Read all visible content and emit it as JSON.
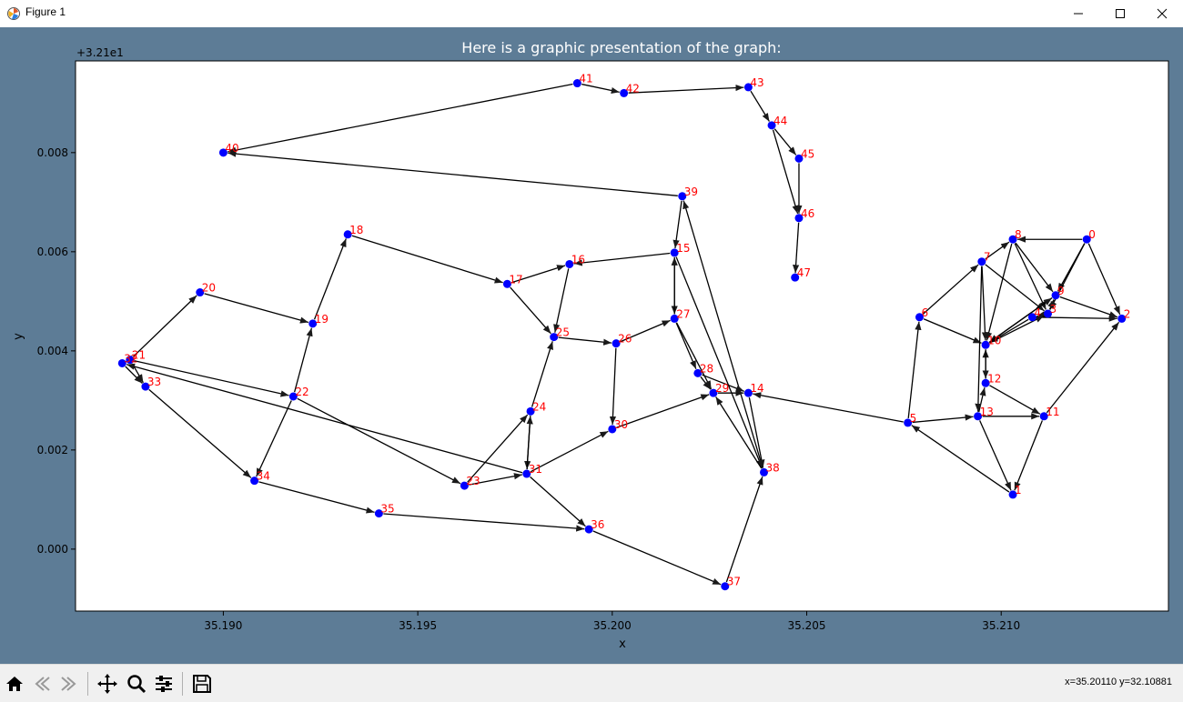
{
  "window": {
    "title": "Figure 1",
    "controls": {
      "minimize": "minimize",
      "maximize": "maximize",
      "close": "close"
    }
  },
  "figure": {
    "title": "Here is a graphic presentation of the graph:",
    "background_color": "#5d7c96",
    "plot_background": "#ffffff",
    "node_color": "#0000ff",
    "label_color": "#ff0000",
    "edge_color": "#000000"
  },
  "chart_data": {
    "type": "scatter",
    "title": "Here is a graphic presentation of the graph:",
    "xlabel": "x",
    "ylabel": "y",
    "y_offset_text": "+3.21e1",
    "x_ticks": [
      "35.190",
      "35.195",
      "35.200",
      "35.205",
      "35.210"
    ],
    "x_tick_values": [
      35.19,
      35.195,
      35.2,
      35.205,
      35.21
    ],
    "y_ticks": [
      "0.000",
      "0.002",
      "0.004",
      "0.006",
      "0.008"
    ],
    "y_tick_values": [
      0.0,
      0.002,
      0.004,
      0.006,
      0.008
    ],
    "xlim": [
      35.1862,
      35.2143
    ],
    "ylim": [
      -0.00125,
      0.00985
    ],
    "grid": false,
    "nodes": [
      {
        "id": "0",
        "x": 35.2122,
        "y": 0.00625
      },
      {
        "id": "1",
        "x": 35.2103,
        "y": 0.0011
      },
      {
        "id": "2",
        "x": 35.2131,
        "y": 0.00465
      },
      {
        "id": "3",
        "x": 35.2112,
        "y": 0.00475
      },
      {
        "id": "4",
        "x": 35.2108,
        "y": 0.00468
      },
      {
        "id": "5",
        "x": 35.2076,
        "y": 0.00255
      },
      {
        "id": "6",
        "x": 35.2079,
        "y": 0.00468
      },
      {
        "id": "7",
        "x": 35.2095,
        "y": 0.0058
      },
      {
        "id": "8",
        "x": 35.2103,
        "y": 0.00625
      },
      {
        "id": "9",
        "x": 35.2114,
        "y": 0.00512
      },
      {
        "id": "10",
        "x": 35.2096,
        "y": 0.00412
      },
      {
        "id": "11",
        "x": 35.2111,
        "y": 0.00268
      },
      {
        "id": "12",
        "x": 35.2096,
        "y": 0.00335
      },
      {
        "id": "13",
        "x": 35.2094,
        "y": 0.00268
      },
      {
        "id": "14",
        "x": 35.2035,
        "y": 0.00315
      },
      {
        "id": "15",
        "x": 35.2016,
        "y": 0.00598
      },
      {
        "id": "16",
        "x": 35.1989,
        "y": 0.00575
      },
      {
        "id": "17",
        "x": 35.1973,
        "y": 0.00535
      },
      {
        "id": "18",
        "x": 35.1932,
        "y": 0.00635
      },
      {
        "id": "19",
        "x": 35.1923,
        "y": 0.00455
      },
      {
        "id": "20",
        "x": 35.1894,
        "y": 0.00518
      },
      {
        "id": "21",
        "x": 35.1876,
        "y": 0.00382
      },
      {
        "id": "22",
        "x": 35.1918,
        "y": 0.00308
      },
      {
        "id": "23",
        "x": 35.1962,
        "y": 0.00128
      },
      {
        "id": "24",
        "x": 35.1979,
        "y": 0.00278
      },
      {
        "id": "25",
        "x": 35.1985,
        "y": 0.00428
      },
      {
        "id": "26",
        "x": 35.2001,
        "y": 0.00415
      },
      {
        "id": "27",
        "x": 35.2016,
        "y": 0.00465
      },
      {
        "id": "28",
        "x": 35.2022,
        "y": 0.00355
      },
      {
        "id": "29",
        "x": 35.2026,
        "y": 0.00315
      },
      {
        "id": "30",
        "x": 35.2,
        "y": 0.00242
      },
      {
        "id": "31",
        "x": 35.1978,
        "y": 0.00152
      },
      {
        "id": "32",
        "x": 35.1874,
        "y": 0.00375
      },
      {
        "id": "33",
        "x": 35.188,
        "y": 0.00328
      },
      {
        "id": "34",
        "x": 35.1908,
        "y": 0.00138
      },
      {
        "id": "35",
        "x": 35.194,
        "y": 0.00072
      },
      {
        "id": "36",
        "x": 35.1994,
        "y": 0.0004
      },
      {
        "id": "37",
        "x": 35.2029,
        "y": -0.00075
      },
      {
        "id": "38",
        "x": 35.2039,
        "y": 0.00155
      },
      {
        "id": "39",
        "x": 35.2018,
        "y": 0.00712
      },
      {
        "id": "40",
        "x": 35.19,
        "y": 0.008
      },
      {
        "id": "41",
        "x": 35.1991,
        "y": 0.0094
      },
      {
        "id": "42",
        "x": 35.2003,
        "y": 0.0092
      },
      {
        "id": "43",
        "x": 35.2035,
        "y": 0.00932
      },
      {
        "id": "44",
        "x": 35.2041,
        "y": 0.00855
      },
      {
        "id": "45",
        "x": 35.2048,
        "y": 0.00788
      },
      {
        "id": "46",
        "x": 35.2048,
        "y": 0.00668
      },
      {
        "id": "47",
        "x": 35.2047,
        "y": 0.00548
      }
    ],
    "edges": [
      [
        "41",
        "40"
      ],
      [
        "41",
        "42"
      ],
      [
        "42",
        "43"
      ],
      [
        "43",
        "44"
      ],
      [
        "44",
        "45"
      ],
      [
        "44",
        "46"
      ],
      [
        "45",
        "46"
      ],
      [
        "46",
        "47"
      ],
      [
        "39",
        "40"
      ],
      [
        "38",
        "39"
      ],
      [
        "39",
        "15"
      ],
      [
        "15",
        "16"
      ],
      [
        "15",
        "27"
      ],
      [
        "27",
        "15"
      ],
      [
        "15",
        "38"
      ],
      [
        "17",
        "16"
      ],
      [
        "17",
        "25"
      ],
      [
        "16",
        "25"
      ],
      [
        "18",
        "17"
      ],
      [
        "19",
        "18"
      ],
      [
        "20",
        "19"
      ],
      [
        "21",
        "20"
      ],
      [
        "22",
        "19"
      ],
      [
        "22",
        "34"
      ],
      [
        "22",
        "23"
      ],
      [
        "21",
        "22"
      ],
      [
        "21",
        "33"
      ],
      [
        "32",
        "33"
      ],
      [
        "32",
        "21"
      ],
      [
        "31",
        "32"
      ],
      [
        "33",
        "34"
      ],
      [
        "34",
        "35"
      ],
      [
        "35",
        "36"
      ],
      [
        "36",
        "37"
      ],
      [
        "31",
        "36"
      ],
      [
        "23",
        "31"
      ],
      [
        "23",
        "24"
      ],
      [
        "24",
        "25"
      ],
      [
        "24",
        "31"
      ],
      [
        "31",
        "24"
      ],
      [
        "25",
        "26"
      ],
      [
        "26",
        "27"
      ],
      [
        "26",
        "30"
      ],
      [
        "31",
        "30"
      ],
      [
        "30",
        "29"
      ],
      [
        "27",
        "28"
      ],
      [
        "27",
        "29"
      ],
      [
        "28",
        "29"
      ],
      [
        "28",
        "14"
      ],
      [
        "29",
        "14"
      ],
      [
        "38",
        "29"
      ],
      [
        "14",
        "38"
      ],
      [
        "37",
        "38"
      ],
      [
        "5",
        "14"
      ],
      [
        "5",
        "13"
      ],
      [
        "5",
        "6"
      ],
      [
        "1",
        "5"
      ],
      [
        "6",
        "7"
      ],
      [
        "6",
        "10"
      ],
      [
        "13",
        "11"
      ],
      [
        "13",
        "1"
      ],
      [
        "11",
        "1"
      ],
      [
        "11",
        "2"
      ],
      [
        "12",
        "11"
      ],
      [
        "13",
        "12"
      ],
      [
        "12",
        "10"
      ],
      [
        "10",
        "12"
      ],
      [
        "7",
        "8"
      ],
      [
        "7",
        "13"
      ],
      [
        "7",
        "10"
      ],
      [
        "7",
        "3"
      ],
      [
        "8",
        "10"
      ],
      [
        "8",
        "3"
      ],
      [
        "8",
        "9"
      ],
      [
        "0",
        "8"
      ],
      [
        "0",
        "2"
      ],
      [
        "0",
        "9"
      ],
      [
        "0",
        "3"
      ],
      [
        "9",
        "2"
      ],
      [
        "9",
        "10"
      ],
      [
        "4",
        "10"
      ],
      [
        "3",
        "4"
      ],
      [
        "4",
        "2"
      ],
      [
        "10",
        "3"
      ],
      [
        "10",
        "9"
      ],
      [
        "3",
        "9"
      ]
    ]
  },
  "toolbar": {
    "buttons": [
      "home-icon",
      "back-icon",
      "forward-icon",
      "pan-icon",
      "zoom-icon",
      "configure-subplots-icon",
      "save-icon"
    ],
    "coordinates": "x=35.20110  y=32.10881"
  }
}
